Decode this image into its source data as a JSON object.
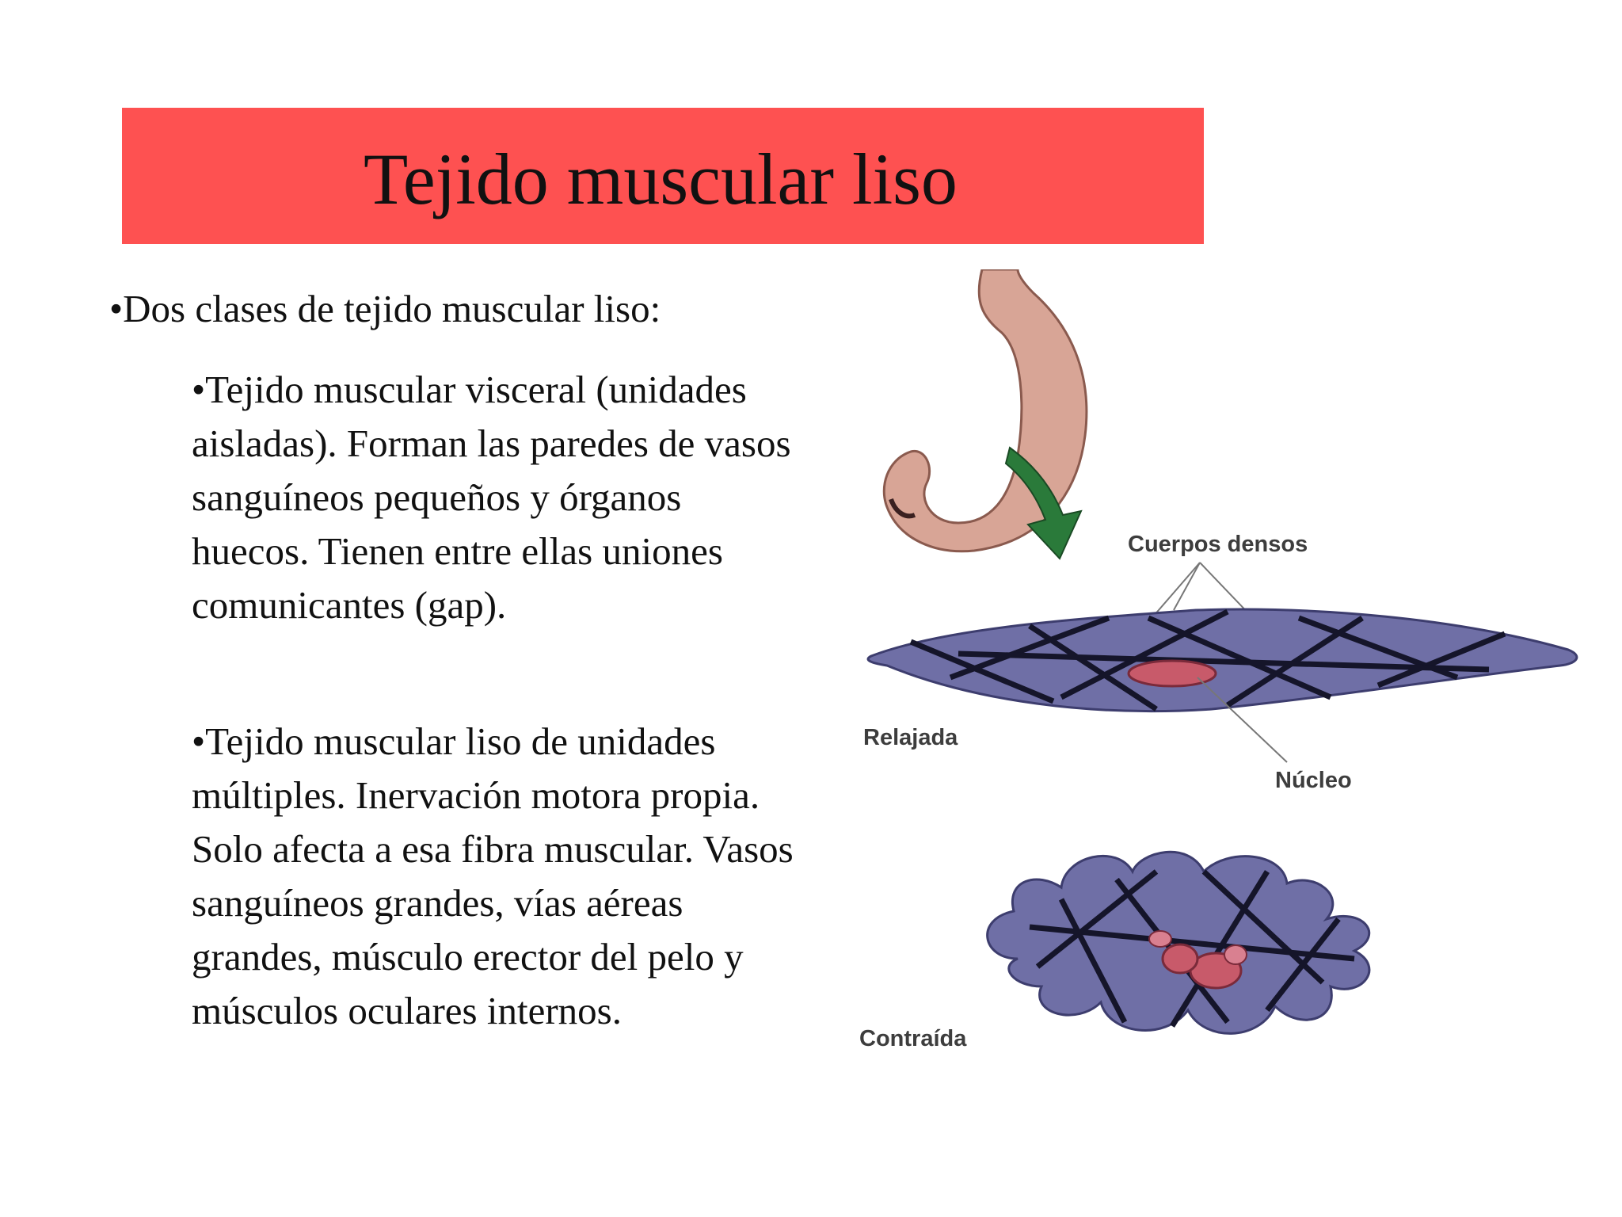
{
  "slide": {
    "title": "Tejido muscular liso",
    "lead_bullet": "•Dos clases de tejido muscular liso:",
    "bullets": [
      "•Tejido muscular visceral (unidades aisladas). Forman las paredes de vasos sanguíneos pequeños y órganos huecos. Tienen entre ellas uniones comunicantes (gap).",
      "•Tejido muscular liso de unidades múltiples. Inervación motora propia. Solo afecta a esa fibra muscular. Vasos sanguíneos grandes, vías aéreas grandes, músculo erector del pelo y músculos oculares internos."
    ]
  },
  "figure": {
    "labels": {
      "dense_bodies": "Cuerpos densos",
      "relaxed": "Relajada",
      "nucleus": "Núcleo",
      "contracted": "Contraída"
    },
    "colors": {
      "title_bar": "#fe5151",
      "cell_fill": "#6f6fa6",
      "nucleus_fill": "#c85a6a",
      "stomach_fill": "#d8a596",
      "arrow_fill": "#2a7a3a"
    }
  }
}
